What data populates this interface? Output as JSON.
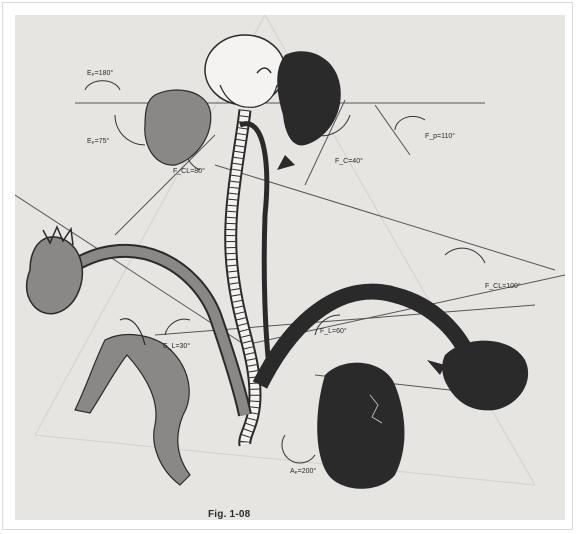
{
  "angles": {
    "e_top": "Eₚ=180°",
    "e_left": "Eₚ=75°",
    "f_center": "F_CL=80°",
    "f_right_small": "F_C=40°",
    "f_right_top": "F_p=110°",
    "f_right_lower": "F_CL=100°",
    "f_mid": "F_L=60°",
    "e_lower": "E_L=30°",
    "a_bottom": "Aₚ=200°"
  },
  "caption": "Fig. 1-08",
  "colors": {
    "dark": "#2b2a2a",
    "mid": "#8a8886",
    "light": "#f4f3f1",
    "paper": "#e7e5e2",
    "line": "#555555"
  }
}
